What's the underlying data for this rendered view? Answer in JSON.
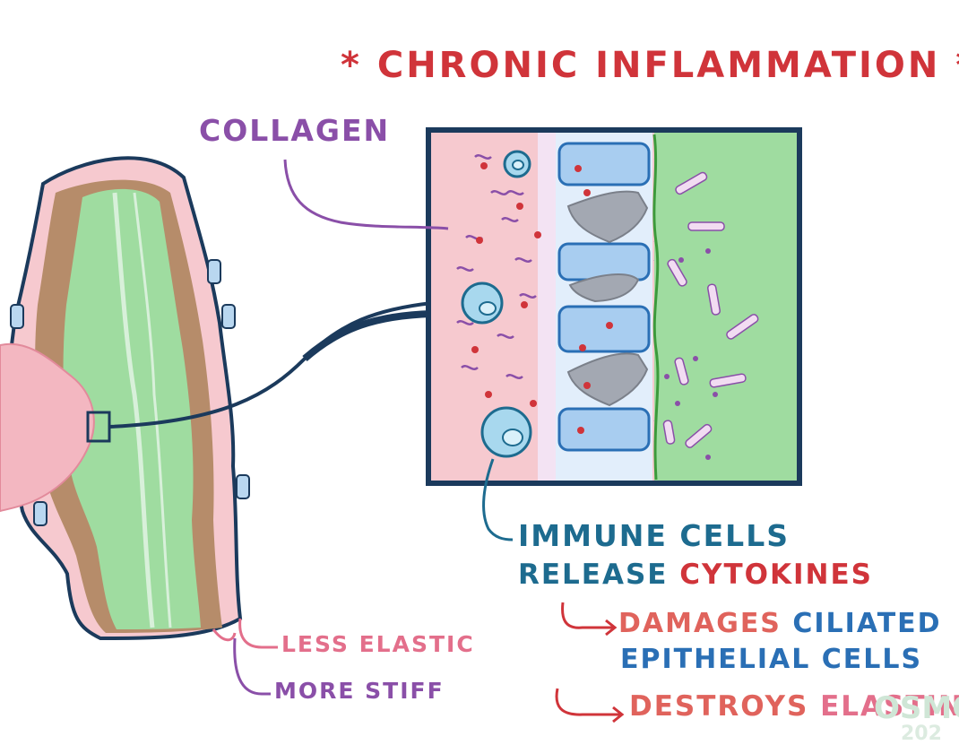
{
  "title": "* CHRONIC INFLAMMATION *",
  "labels": {
    "collagen": "COLLAGEN",
    "immune_cells": "IMMUNE CELLS",
    "release": "RELEASE",
    "cytokines": "CYTOKINES",
    "damages": "DAMAGES",
    "ciliated": "CILIATED",
    "epithelial_cells": "EPITHELIAL CELLS",
    "destroys": "DESTROYS",
    "elastin": "ELASTIN",
    "less_elastic": "LESS ELASTIC",
    "more_stiff": "MORE STIFF"
  },
  "watermark": {
    "brand": "OSMO",
    "year": "202"
  },
  "colors": {
    "title_red": "#d0343a",
    "collagen_purple": "#8a4fa8",
    "immune_blue": "#1d6b8f",
    "damage_salmon": "#e0635c",
    "epithelium_blue": "#2a6fb5",
    "elastin_pink": "#e36f8b",
    "lumen_green": "#9fdca0",
    "outline_navy": "#1b3a5c",
    "tissue_pink": "#f6c9cf"
  }
}
